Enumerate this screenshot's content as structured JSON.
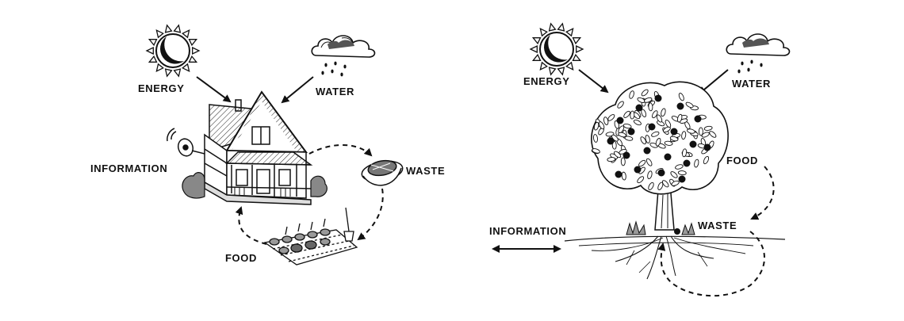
{
  "left_panel": {
    "energy": "ENERGY",
    "water": "WATER",
    "information": "INFORMATION",
    "waste": "WASTE",
    "food": "FOOD"
  },
  "right_panel": {
    "energy": "ENERGY",
    "water": "WATER",
    "information": "INFORMATION",
    "food": "FOOD",
    "waste": "WASTE"
  },
  "icons": {
    "sun": "sun-icon",
    "cloud": "rain-cloud-icon",
    "house": "house-icon",
    "tree": "fruit-tree-icon",
    "garden": "vegetable-garden-icon",
    "compost": "compost-bin-icon",
    "satellite": "satellite-dish-icon"
  },
  "colors": {
    "ink": "#111111",
    "paper": "#ffffff"
  }
}
